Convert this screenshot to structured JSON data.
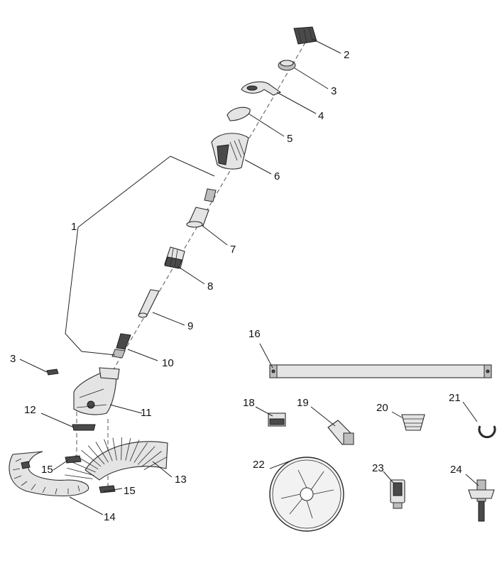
{
  "callouts": [
    {
      "id": "c2",
      "text": "2"
    },
    {
      "id": "c3a",
      "text": "3"
    },
    {
      "id": "c4",
      "text": "4"
    },
    {
      "id": "c5",
      "text": "5"
    },
    {
      "id": "c6",
      "text": "6"
    },
    {
      "id": "c1",
      "text": "1"
    },
    {
      "id": "c7",
      "text": "7"
    },
    {
      "id": "c8",
      "text": "8"
    },
    {
      "id": "c9",
      "text": "9"
    },
    {
      "id": "c10",
      "text": "10"
    },
    {
      "id": "c3b",
      "text": "3"
    },
    {
      "id": "c11",
      "text": "11"
    },
    {
      "id": "c12",
      "text": "12"
    },
    {
      "id": "c13",
      "text": "13"
    },
    {
      "id": "c15a",
      "text": "15"
    },
    {
      "id": "c15b",
      "text": "15"
    },
    {
      "id": "c14",
      "text": "14"
    },
    {
      "id": "c16",
      "text": "16"
    },
    {
      "id": "c18",
      "text": "18"
    },
    {
      "id": "c19",
      "text": "19"
    },
    {
      "id": "c20",
      "text": "20"
    },
    {
      "id": "c21",
      "text": "21"
    },
    {
      "id": "c22",
      "text": "22"
    },
    {
      "id": "c23",
      "text": "23"
    },
    {
      "id": "c24",
      "text": "24"
    }
  ]
}
